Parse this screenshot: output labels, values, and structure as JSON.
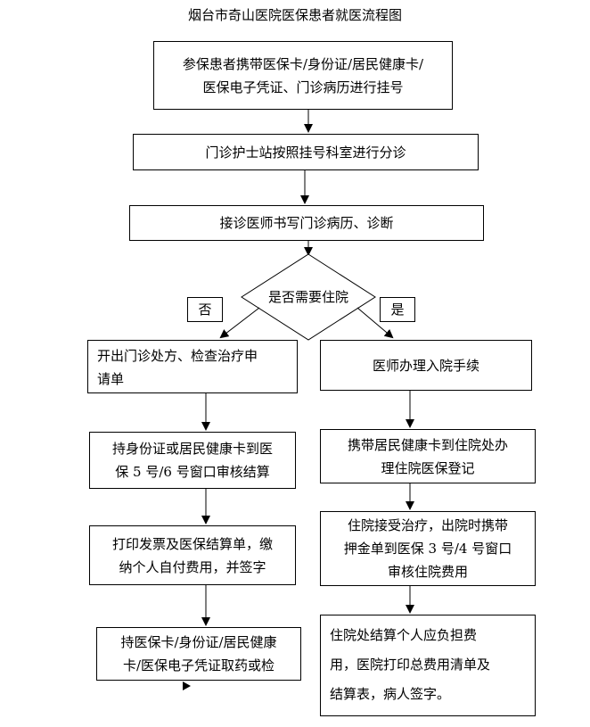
{
  "title": "烟台市奇山医院医保患者就医流程图",
  "steps": {
    "register": [
      "参保患者携带医保卡/身份证/居民健康卡/",
      "医保电子凭证、门诊病历进行挂号"
    ],
    "triage": "门诊护士站按照挂号科室进行分诊",
    "diagnose": "接诊医师书写门诊病历、诊断",
    "decision": "是否需要住院",
    "no_label": "否",
    "yes_label": "是",
    "outpatient": {
      "prescribe": [
        "开出门诊处方、检查治疗申",
        "请单"
      ],
      "settle": [
        "持身份证或居民健康卡到医",
        "保 5 号/6 号窗口审核结算"
      ],
      "print": [
        "打印发票及医保结算单，缴",
        "纳个人自付费用，并签字"
      ],
      "medicine": [
        "持医保卡/身份证/居民健康",
        "卡/医保电子凭证取药或检"
      ]
    },
    "inpatient": {
      "admit": "医师办理入院手续",
      "register": [
        "携带居民健康卡到住院处办",
        "理住院医保登记"
      ],
      "treat": [
        "住院接受治疗，出院时携带",
        "押金单到医保 3 号/4 号窗口",
        "审核住院费用"
      ],
      "discharge": [
        "住院处结算个人应负担费",
        "用，医院打印总费用清单及",
        "结算表，病人签字。"
      ]
    }
  }
}
